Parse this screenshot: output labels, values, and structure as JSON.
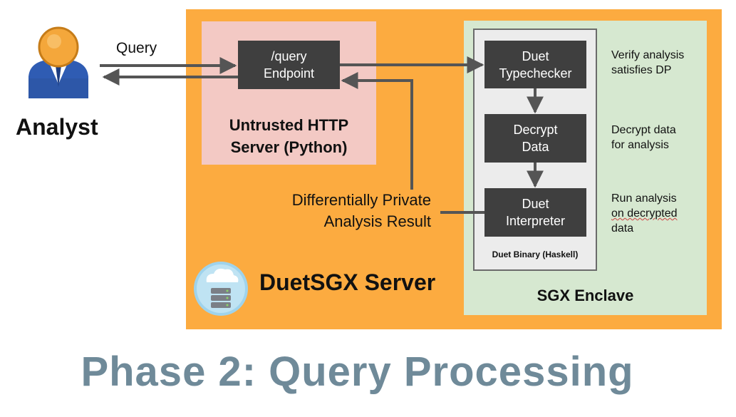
{
  "analyst": {
    "label": "Analyst"
  },
  "query_label": "Query",
  "endpoint": {
    "line1": "/query",
    "line2": "Endpoint"
  },
  "http_server": {
    "line1": "Untrusted HTTP",
    "line2": "Server (Python)"
  },
  "enclave": {
    "label": "SGX Enclave",
    "binary_label": "Duet Binary (Haskell)",
    "typechecker": {
      "line1": "Duet",
      "line2": "Typechecker"
    },
    "decrypt": {
      "line1": "Decrypt",
      "line2": "Data"
    },
    "interpreter": {
      "line1": "Duet",
      "line2": "Interpreter"
    }
  },
  "annotations": {
    "verify": {
      "line1": "Verify analysis",
      "line2": "satisfies DP"
    },
    "decrypt": {
      "line1": "Decrypt data",
      "line2": "for analysis"
    },
    "run": {
      "line1": "Run analysis",
      "line2": "on decrypted",
      "line3": "data"
    }
  },
  "result": {
    "line1": "Differentially Private",
    "line2": "Analysis Result"
  },
  "server_title": "DuetSGX Server",
  "phase_title": "Phase 2: Query Processing",
  "colors": {
    "server_panel": "#fcab40",
    "http_box": "#f3c9c4",
    "enclave_box": "#d6e8d0",
    "dark_box": "#3f3f3f",
    "connector": "#555555",
    "phase_title": "#6f8a99"
  },
  "icons": [
    "analyst-person-icon",
    "cloud-server-icon"
  ]
}
